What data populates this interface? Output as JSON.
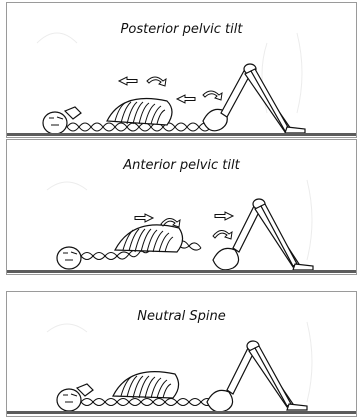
{
  "panels": [
    {
      "title": "Posterior pelvic tilt"
    },
    {
      "title": "Anterior pelvic tilt"
    },
    {
      "title": "Neutral Spine"
    }
  ]
}
